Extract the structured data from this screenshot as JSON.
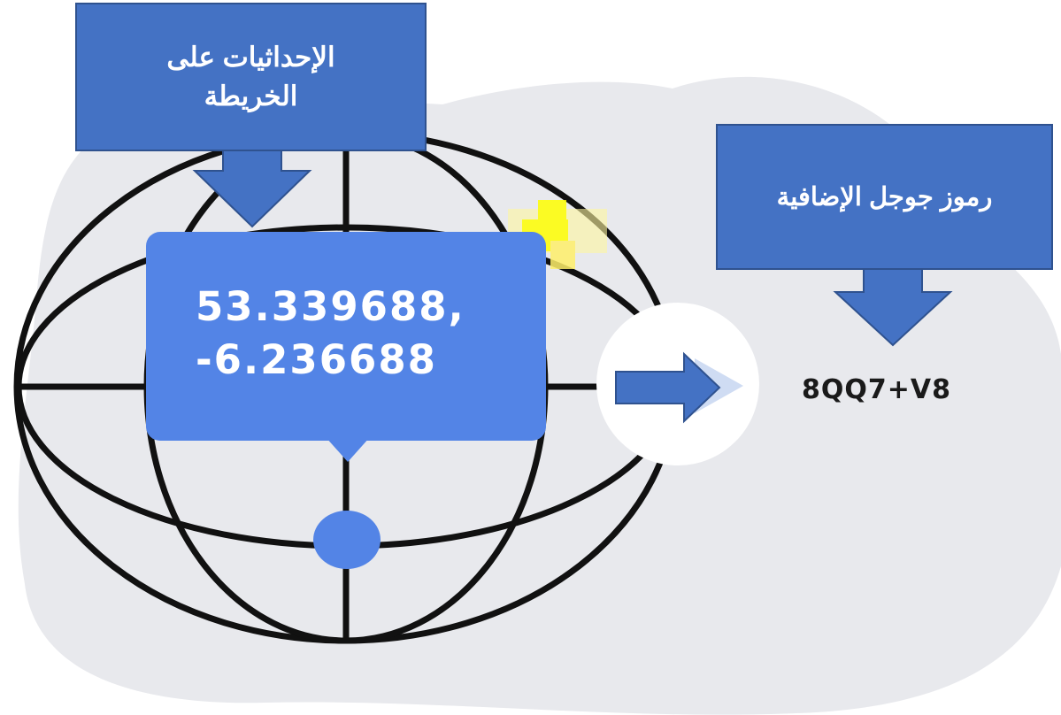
{
  "callouts": {
    "map_coordinates": "الإحداثيات على الخريطة",
    "google_plus_codes": "رموز جوجل الإضافية"
  },
  "coordinates": {
    "latitude": "53.339688,",
    "longitude": "-6.236688"
  },
  "plus_code": "8QQ7+V8",
  "colors": {
    "callout_fill": "#4472c4",
    "bubble_fill": "#5384e6",
    "background_blob": "#e8e9ed",
    "globe_stroke": "#111111",
    "highlight": "#ffff00"
  }
}
